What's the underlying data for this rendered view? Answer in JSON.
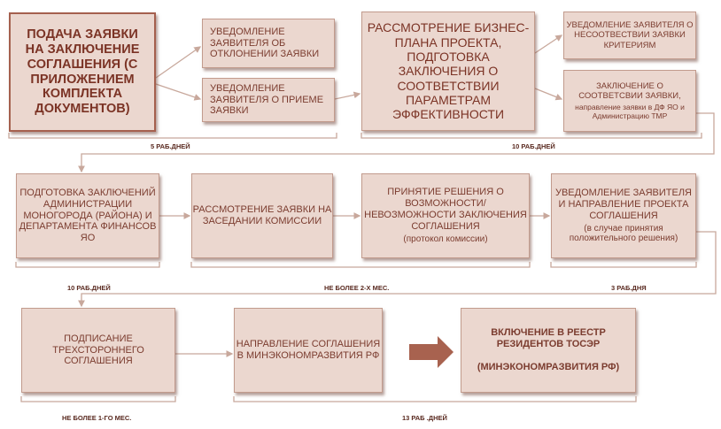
{
  "colors": {
    "box_fill": "#ebd7cf",
    "box_border": "#c29b8d",
    "text": "#7b3c2f",
    "connector": "#c8a89c",
    "arrow": "#a8624f"
  },
  "row1": {
    "submit": "ПОДАЧА ЗАЯВКИ НА ЗАКЛЮЧЕНИЕ СОГЛАШЕНИЯ (С ПРИЛОЖЕНИЕМ КОМПЛЕКТА ДОКУМЕНТОВ)",
    "reject_notice": "УВЕДОМЛЕНИЕ ЗАЯВИТЕЛЯ ОБ ОТКЛОНЕНИИ ЗАЯВКИ",
    "accept_notice": "УВЕДОМЛЕНИЕ ЗАЯВИТЕЛЯ О ПРИЕМЕ ЗАЯВКИ",
    "review": "РАССМОТРЕНИЕ БИЗНЕС-ПЛАНА ПРОЕКТА, ПОДГОТОВКА ЗАКЛЮЧЕНИЯ О СООТВЕТСТВИИ ПАРАМЕТРАМ ЭФФЕКТИВНОСТИ",
    "mismatch_notice": "УВЕДОМЛЕНИЕ ЗАЯВИТЕЛЯ О НЕСООТВЕСТВИИ ЗАЯВКИ КРИТЕРИЯМ",
    "match_conclusion": "ЗАКЛЮЧЕНИЕ О СООТВЕТСВИИ ЗАЯВКИ,",
    "match_conclusion_sub": "направление заявки в ДФ ЯО и Администрацию ТМР",
    "label_left": "5 РАБ.ДНЕЙ",
    "label_right": "10 РАБ.ДНЕЙ"
  },
  "row2": {
    "prepare": "ПОДГОТОВКА ЗАКЛЮЧЕНИЙ АДМИНИСТРАЦИИ МОНОГОРОДА (РАЙОНА) И ДЕПАРТАМЕНТА ФИНАНСОВ ЯО",
    "commission": "РАССМОТРЕНИЕ ЗАЯВКИ НА ЗАСЕДАНИИ КОМИССИИ",
    "decision": "ПРИНЯТИЕ РЕШЕНИЯ О ВОЗМОЖНОСТИ/ НЕВОЗМОЖНОСТИ ЗАКЛЮЧЕНИЯ СОГЛАШЕНИЯ",
    "decision_sub": "(протокол комиссии)",
    "notify": "УВЕДОМЛЕНИЕ ЗАЯВИТЕЛЯ И НАПРАВЛЕНИЕ ПРОЕКТА СОГЛАШЕНИЯ",
    "notify_sub": "(в случае принятия положительного решения)",
    "label_a": "10 РАБ.ДНЕЙ",
    "label_b": "НЕ БОЛЕЕ 2-Х МЕС.",
    "label_c": "3 РАБ.ДНЯ"
  },
  "row3": {
    "sign": "ПОДПИСАНИЕ ТРЕХСТОРОННЕГО СОГЛАШЕНИЯ",
    "send": "НАПРАВЛЕНИЕ СОГЛАШЕНИЯ В МИНЭКОНОМРАЗВИТИЯ РФ",
    "register": "ВКЛЮЧЕНИЕ В РЕЕСТР РЕЗИДЕНТОВ ТОСЭР",
    "register_sub": "(МИНЭКОНОМРАЗВИТИЯ РФ)",
    "label_a": "НЕ БОЛЕЕ 1-ГО МЕС.",
    "label_b": "13 РАБ .ДНЕЙ"
  }
}
